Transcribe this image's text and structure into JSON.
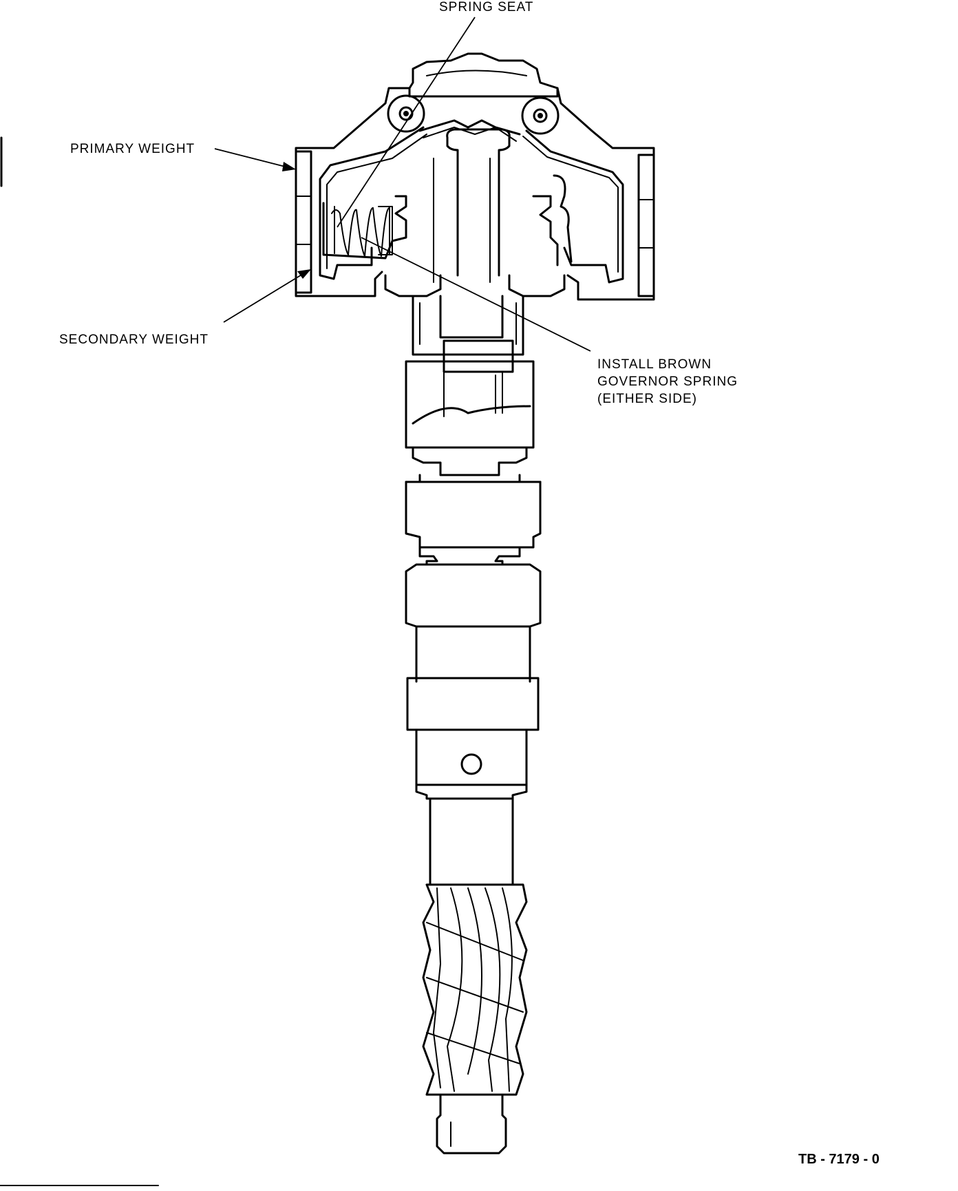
{
  "labels": {
    "spring_seat": "SPRING SEAT",
    "primary_weight": "PRIMARY WEIGHT",
    "secondary_weight": "SECONDARY WEIGHT",
    "install_line1": "INSTALL BROWN",
    "install_line2": "GOVERNOR SPRING",
    "install_line3": "(EITHER SIDE)"
  },
  "figure_ref": "TB - 7179 - 0"
}
